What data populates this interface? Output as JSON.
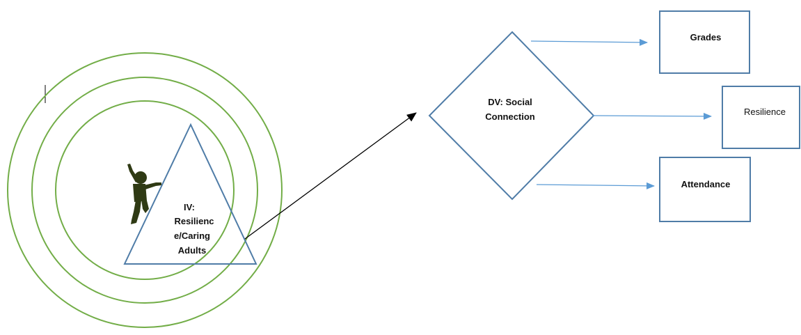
{
  "colors": {
    "circle_stroke": "#72ad47",
    "shape_stroke": "#4f7ca7",
    "arrow_color": "#5b9bd5",
    "main_arrow": "#000000",
    "child_silhouette": "#2f3a14",
    "background": "#ffffff"
  },
  "iv": {
    "line1": "IV:",
    "line2": "Resilienc",
    "line3": "e/Caring",
    "line4": "Adults"
  },
  "dv": {
    "line1": "DV: Social",
    "line2": "Connection"
  },
  "outcomes": {
    "grades": "Grades",
    "resilience": "Resilience",
    "attendance": "Attendance"
  },
  "icons": {
    "child": "running-child-silhouette-icon"
  }
}
